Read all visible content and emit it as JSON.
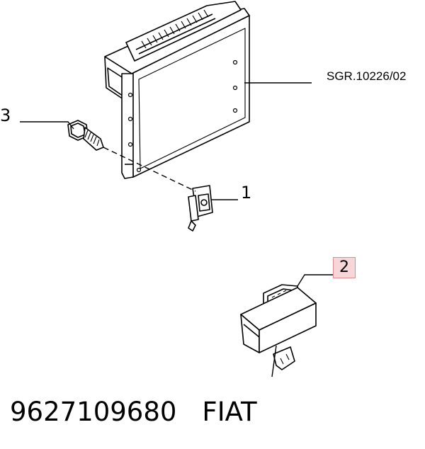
{
  "callouts": {
    "item_1": "1",
    "item_2": "2",
    "item_3": "3",
    "assembly_ref": "SGR.10226/02"
  },
  "footer": {
    "part_number": "9627109680",
    "brand": "FIAT"
  },
  "colors": {
    "line": "#000000",
    "highlight_fill": "#f6d6d8",
    "highlight_border": "#e08a92"
  }
}
